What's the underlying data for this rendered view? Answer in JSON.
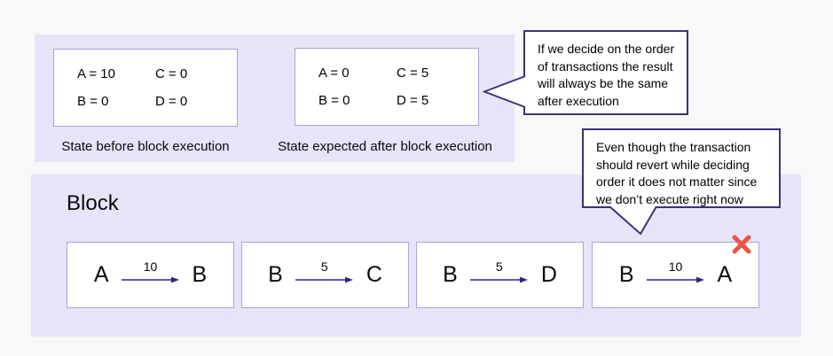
{
  "colors": {
    "page_bg": "#f8f8f9",
    "panel_bg": "#e7e3f9",
    "box_border": "#a9a2db",
    "callout_border": "#3e3178",
    "arrow": "#332379",
    "invalid_x": "#ee5241"
  },
  "top_section": {
    "states": [
      {
        "label": "State before block execution",
        "entries": [
          "A = 10",
          "C = 0",
          "B = 0",
          "D = 0"
        ]
      },
      {
        "label": "State expected after block execution",
        "entries": [
          "A = 0",
          "C = 5",
          "B = 0",
          "D = 5"
        ]
      }
    ],
    "callout_order": {
      "text": "If we decide on the order\nof transactions the result\nwill always be the same\nafter execution"
    }
  },
  "callout_revert": {
    "text": "Even though the transaction\nshould revert while deciding\norder it does not matter since\nwe don’t execute right now"
  },
  "block_section": {
    "title": "Block",
    "transactions": [
      {
        "from": "A",
        "amount": "10",
        "to": "B",
        "invalid": false
      },
      {
        "from": "B",
        "amount": "5",
        "to": "C",
        "invalid": false
      },
      {
        "from": "B",
        "amount": "5",
        "to": "D",
        "invalid": false
      },
      {
        "from": "B",
        "amount": "10",
        "to": "A",
        "invalid": true
      }
    ]
  }
}
